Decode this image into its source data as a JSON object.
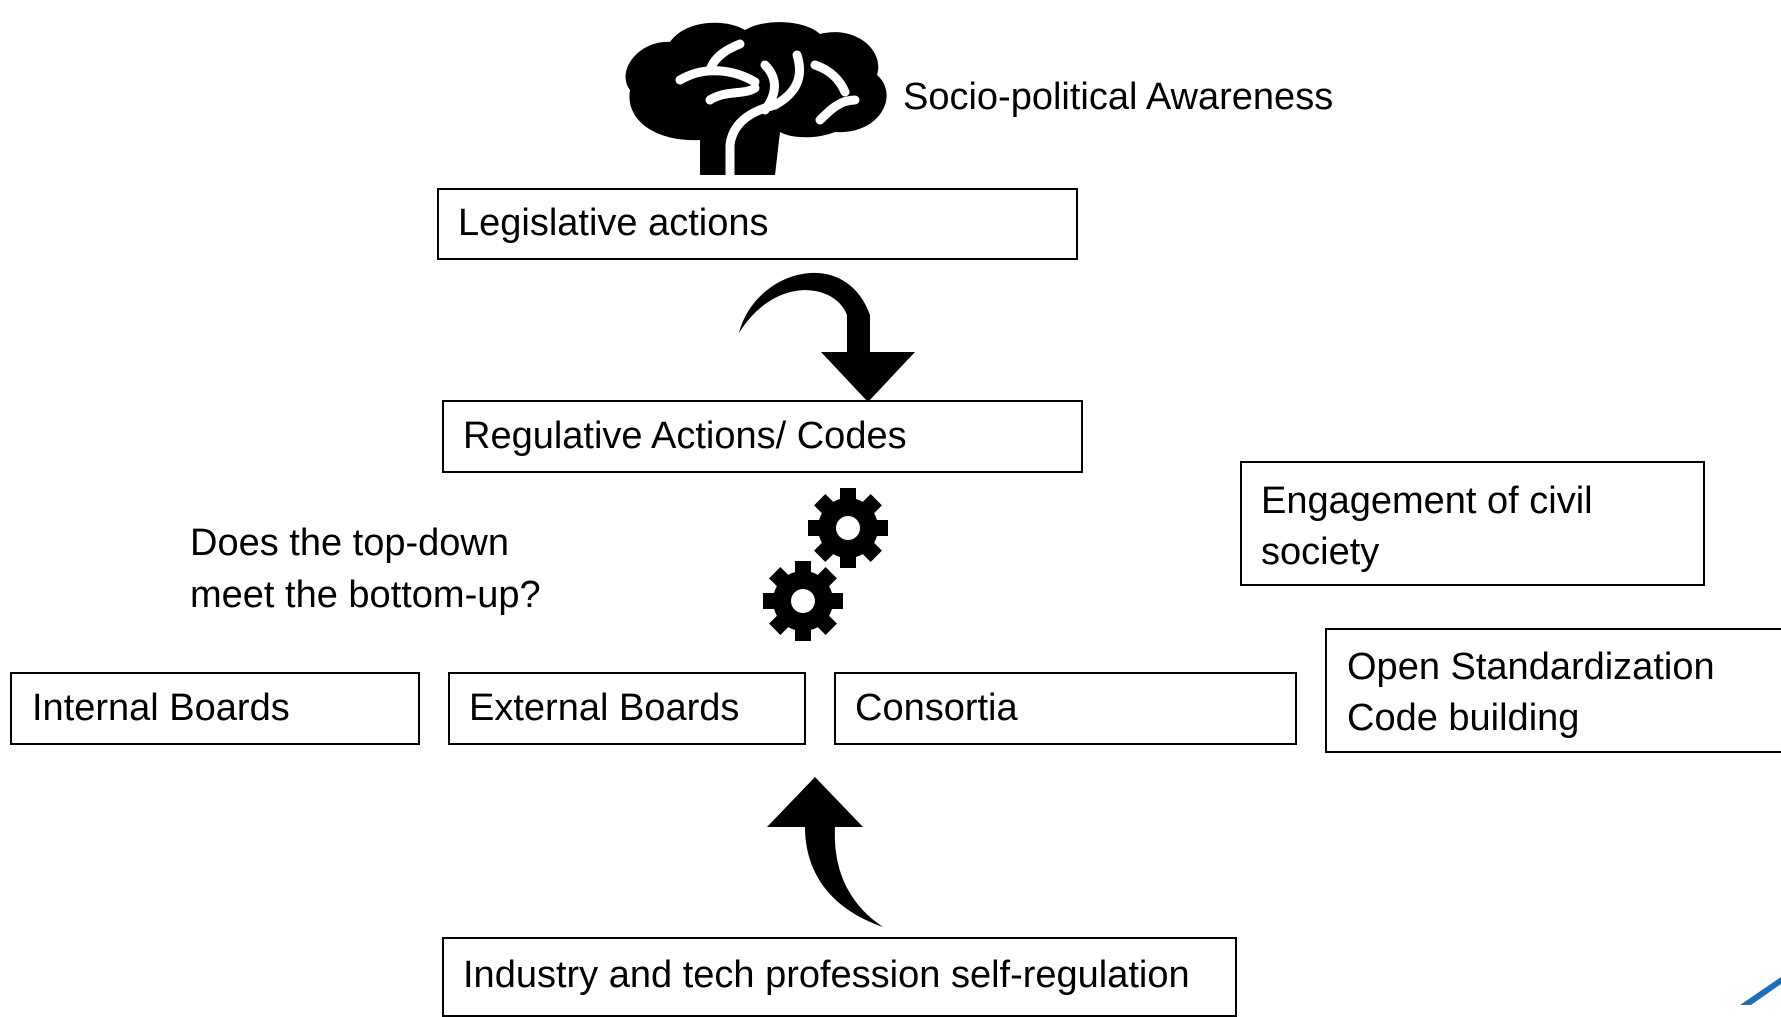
{
  "title": "Socio-political Awareness",
  "question": [
    "Does the top-down",
    "meet the bottom-up?"
  ],
  "boxes": {
    "legislative": "Legislative actions",
    "regulative": "Regulative Actions/ Codes",
    "civil_society": [
      "Engagement of civil",
      "society"
    ],
    "internal_boards": "Internal Boards",
    "external_boards": "External Boards",
    "consortia": "Consortia",
    "open_standardization": [
      "Open Standardization",
      "Code building"
    ],
    "industry": "Industry and tech profession self-regulation"
  },
  "icons": {
    "brain": "brain-icon",
    "gears": "gears-icon",
    "down_arrow": "curved-down-arrow-icon",
    "up_arrow": "curved-up-arrow-icon"
  },
  "colors": {
    "line": "#000000",
    "accent": "#1f6db5"
  }
}
